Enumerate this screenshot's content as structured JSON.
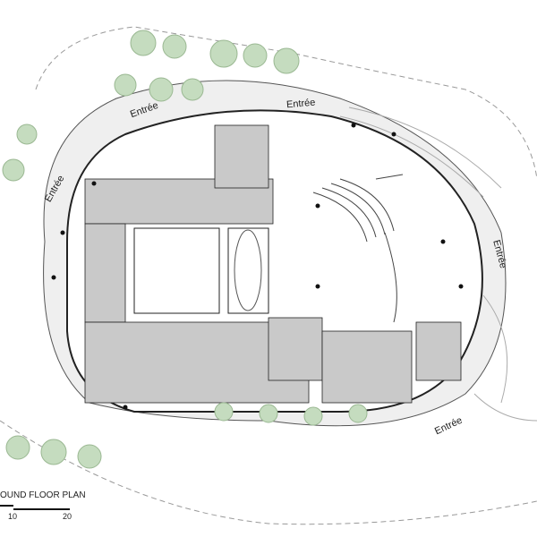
{
  "plan": {
    "title": "OUND FLOOR PLAN",
    "entrance_labels": [
      "Entrée",
      "Entrée",
      "Entrée",
      "Entrée",
      "Entrée"
    ],
    "scale": {
      "ticks": [
        "10",
        "20"
      ]
    }
  },
  "colors": {
    "floor_fill": "#c9c9c9",
    "line": "#222222",
    "tree": "#a9c9a0",
    "landscape": "#e6e6e6"
  }
}
